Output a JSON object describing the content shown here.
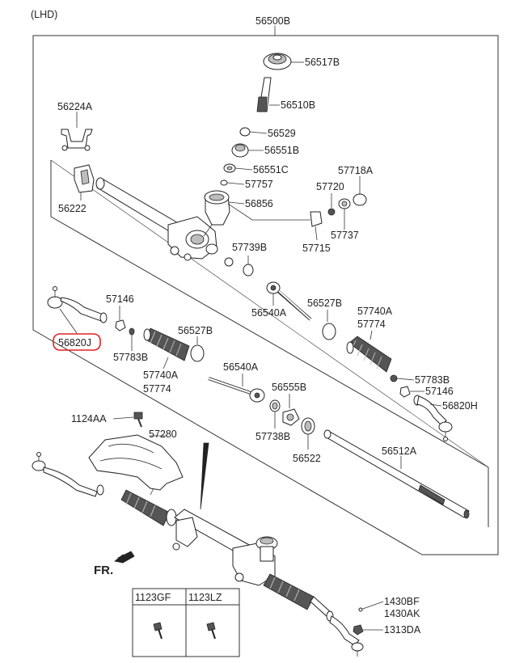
{
  "header": {
    "variant": "(LHD)"
  },
  "direction_marker": "FR.",
  "colors": {
    "highlight": "#e02020",
    "line": "#333333"
  },
  "labels": {
    "56500B": "56500B",
    "56517B": "56517B",
    "56510B": "56510B",
    "56529": "56529",
    "56551B": "56551B",
    "56224A": "56224A",
    "56551C": "56551C",
    "57718A": "57718A",
    "57757": "57757",
    "57720": "57720",
    "56222": "56222",
    "56856": "56856",
    "57737": "57737",
    "57739B": "57739B",
    "57715": "57715",
    "57146_l": "57146",
    "56540A_top": "56540A",
    "56527B_r": "56527B",
    "57740A_r": "57740A",
    "57774_r": "57774",
    "56820J": "56820J",
    "57783B_l": "57783B",
    "56527B_l": "56527B",
    "57740A_l": "57740A",
    "57774_l": "57774",
    "56540A_bot": "56540A",
    "57783B_r": "57783B",
    "57146_r": "57146",
    "56555B": "56555B",
    "56820H": "56820H",
    "1124AA": "1124AA",
    "57738B": "57738B",
    "57280": "57280",
    "56522": "56522",
    "56512A": "56512A",
    "1430BF": "1430BF",
    "1430AK": "1430AK",
    "1313DA": "1313DA"
  },
  "fastener_table": {
    "col1": "1123GF",
    "col2": "1123LZ"
  }
}
